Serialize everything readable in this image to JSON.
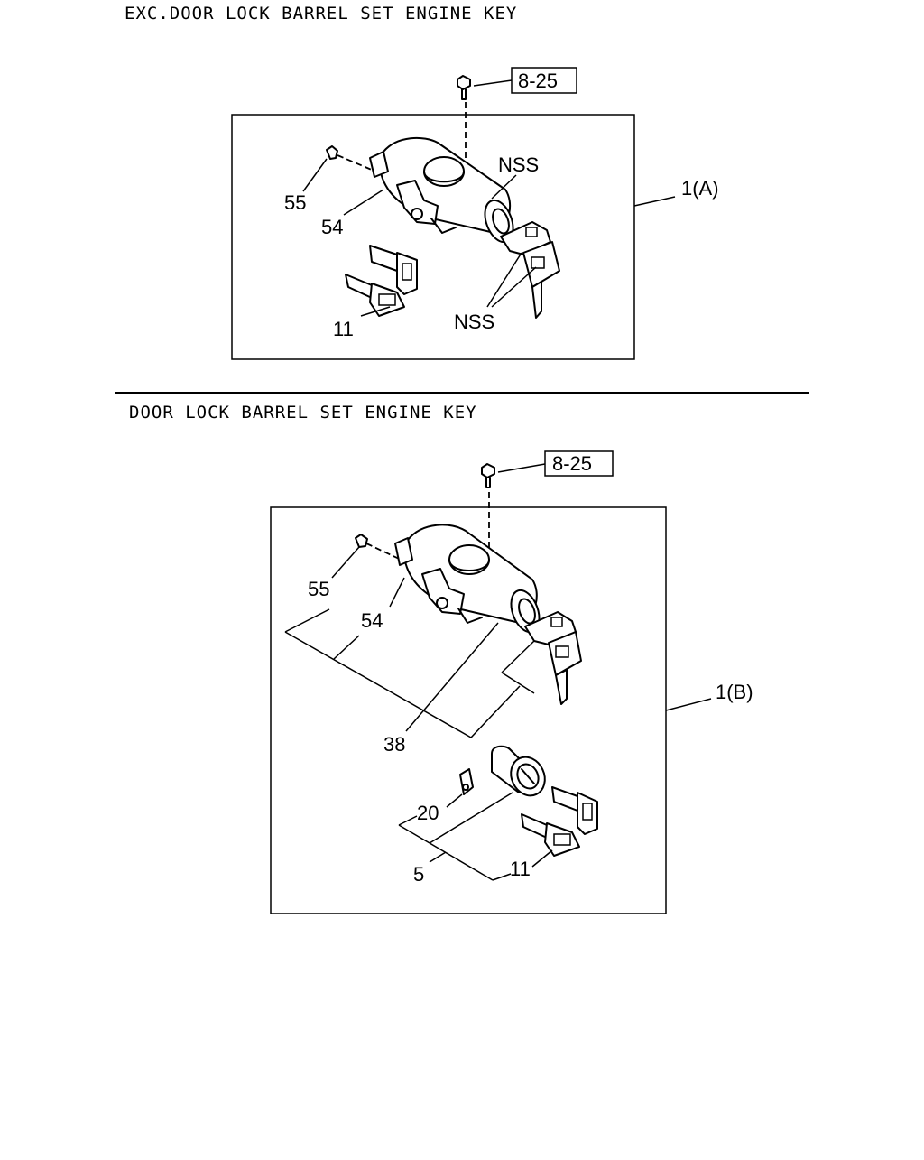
{
  "sections": [
    {
      "heading": "EXC.DOOR LOCK BARREL SET ENGINE KEY",
      "ref_box": "8-25",
      "assembly_label": "1(A)",
      "callouts": {
        "c55": "55",
        "c54": "54",
        "c11": "11",
        "nss_top": "NSS",
        "nss_bottom": "NSS"
      }
    },
    {
      "heading": "DOOR LOCK BARREL SET ENGINE KEY",
      "ref_box": "8-25",
      "assembly_label": "1(B)",
      "callouts": {
        "c55": "55",
        "c54": "54",
        "c38": "38",
        "c20": "20",
        "c5": "5",
        "c11": "11"
      }
    }
  ],
  "icons": [
    "screw-icon",
    "ignition-lock-cylinder-icon",
    "key-icon",
    "door-lock-cylinder-icon"
  ]
}
